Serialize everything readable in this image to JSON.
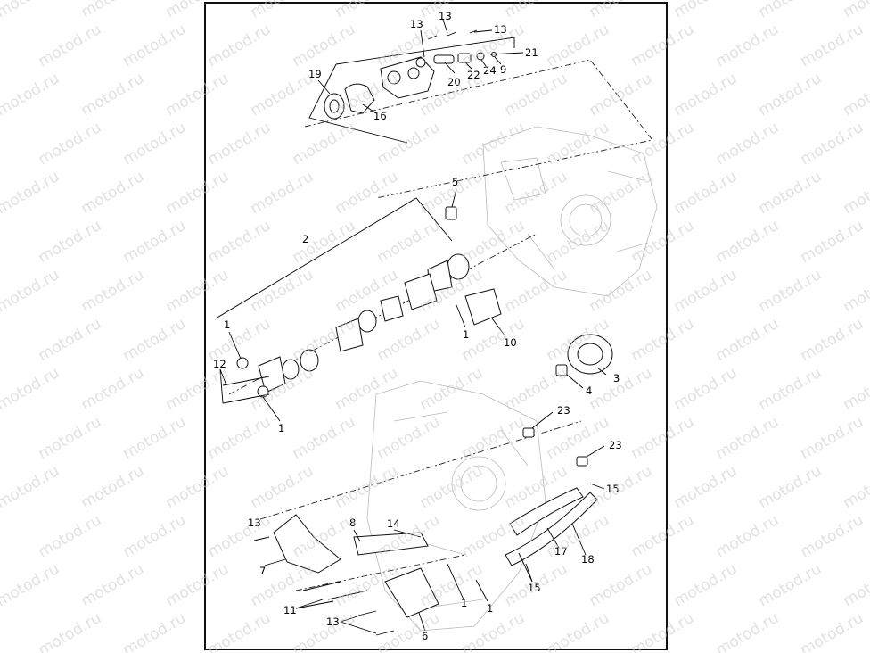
{
  "watermark": "motod.ru",
  "callouts": {
    "c1a": "13",
    "c1b": "13",
    "c1c": "13",
    "c21": "21",
    "c9": "9",
    "c19": "19",
    "c20": "20",
    "c22": "22",
    "c24": "24",
    "c16": "16",
    "c5": "5",
    "c2": "2",
    "c1_1": "1",
    "c1_2": "1",
    "c10": "10",
    "c12": "12",
    "c1_3": "1",
    "c3": "3",
    "c4": "4",
    "c23a": "23",
    "c23b": "23",
    "c15a": "15",
    "c15b": "15",
    "c13d": "13",
    "c8": "8",
    "c14": "14",
    "c7": "7",
    "c17": "17",
    "c18": "18",
    "c11": "11",
    "c1_4": "1",
    "c1_5": "1",
    "c13e": "13",
    "c6": "6"
  }
}
